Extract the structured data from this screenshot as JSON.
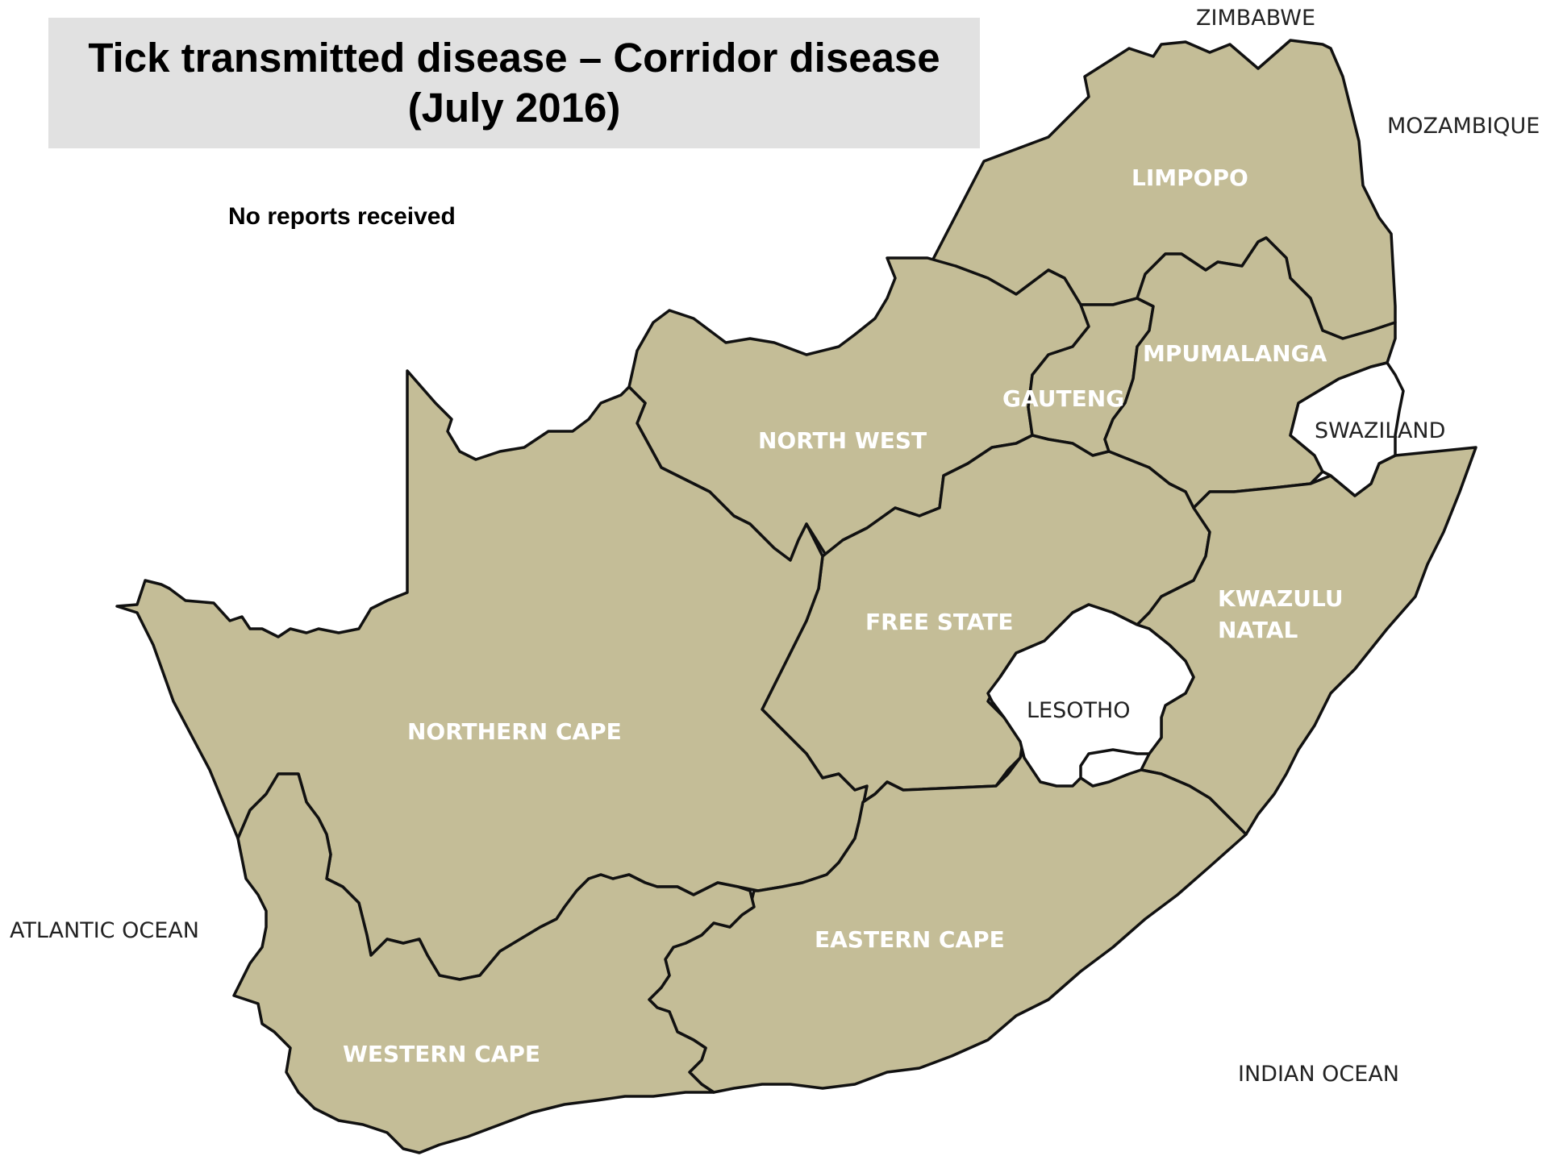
{
  "title": {
    "line1": "Tick transmitted disease – Corridor disease",
    "line2": "(July  2016)"
  },
  "status_note": "No reports received",
  "provinces": {
    "limpopo": "LIMPOPO",
    "mpumalanga": "MPUMALANGA",
    "gauteng": "GAUTENG",
    "north_west": "NORTH WEST",
    "free_state": "FREE STATE",
    "kwazulu_natal_line1": "KWAZULU",
    "kwazulu_natal_line2": "NATAL",
    "northern_cape": "NORTHERN CAPE",
    "eastern_cape": "EASTERN CAPE",
    "western_cape": "WESTERN CAPE"
  },
  "neighbours": {
    "zimbabwe": "ZIMBABWE",
    "mozambique": "MOZAMBIQUE",
    "swaziland": "SWAZILAND",
    "lesotho": "LESOTHO",
    "atlantic_ocean": "ATLANTIC OCEAN",
    "indian_ocean": "INDIAN OCEAN"
  },
  "colors": {
    "province_fill": "#c4bd97",
    "border": "#111111",
    "title_box": "#e1e1e1"
  }
}
